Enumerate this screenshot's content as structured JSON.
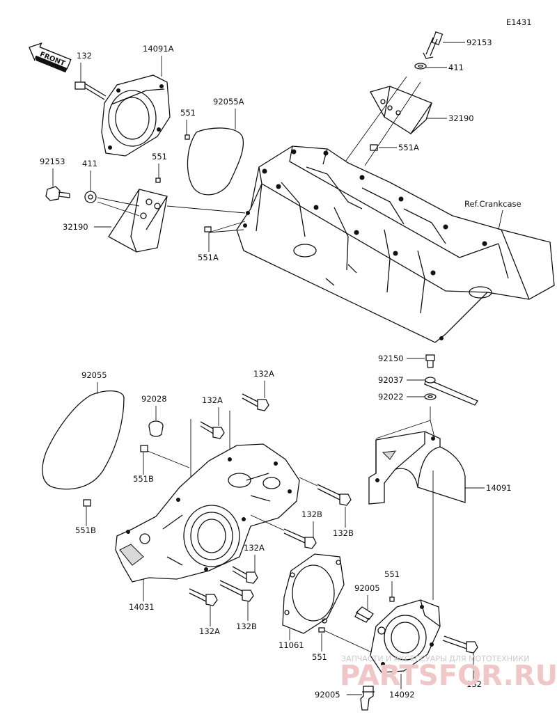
{
  "diagram": {
    "code": "E1431",
    "front_label": "FRONT",
    "ref_label": "Ref.Crankcase"
  },
  "part_numbers": {
    "p92153_top": "92153",
    "p411_top": "411",
    "p32190_top": "32190",
    "p551A_top": "551A",
    "p132_top": "132",
    "p14091A": "14091A",
    "p551_a": "551",
    "p92055A": "92055A",
    "p551_b": "551",
    "p92153_left": "92153",
    "p411_left": "411",
    "p32190_left": "32190",
    "p551A_left": "551A",
    "p92150": "92150",
    "p92037": "92037",
    "p92022": "92022",
    "p14091": "14091",
    "p92055": "92055",
    "p92028": "92028",
    "p132A_1": "132A",
    "p132A_2": "132A",
    "p551B_1": "551B",
    "p551B_2": "551B",
    "p132B_1": "132B",
    "p132B_2": "132B",
    "p132A_3": "132A",
    "p14031": "14031",
    "p132A_4": "132A",
    "p132B_3": "132B",
    "p11061": "11061",
    "p551_c": "551",
    "p551_d": "551",
    "p92005_1": "92005",
    "p92005_2": "92005",
    "p14092": "14092",
    "p132_bottom": "132"
  },
  "watermark": {
    "tagline": "ЗАПЧАСТИ И АКСЕССУАРЫ ДЛЯ МОТОТЕХНИКИ",
    "brand": "PARTSFOR.RU"
  }
}
